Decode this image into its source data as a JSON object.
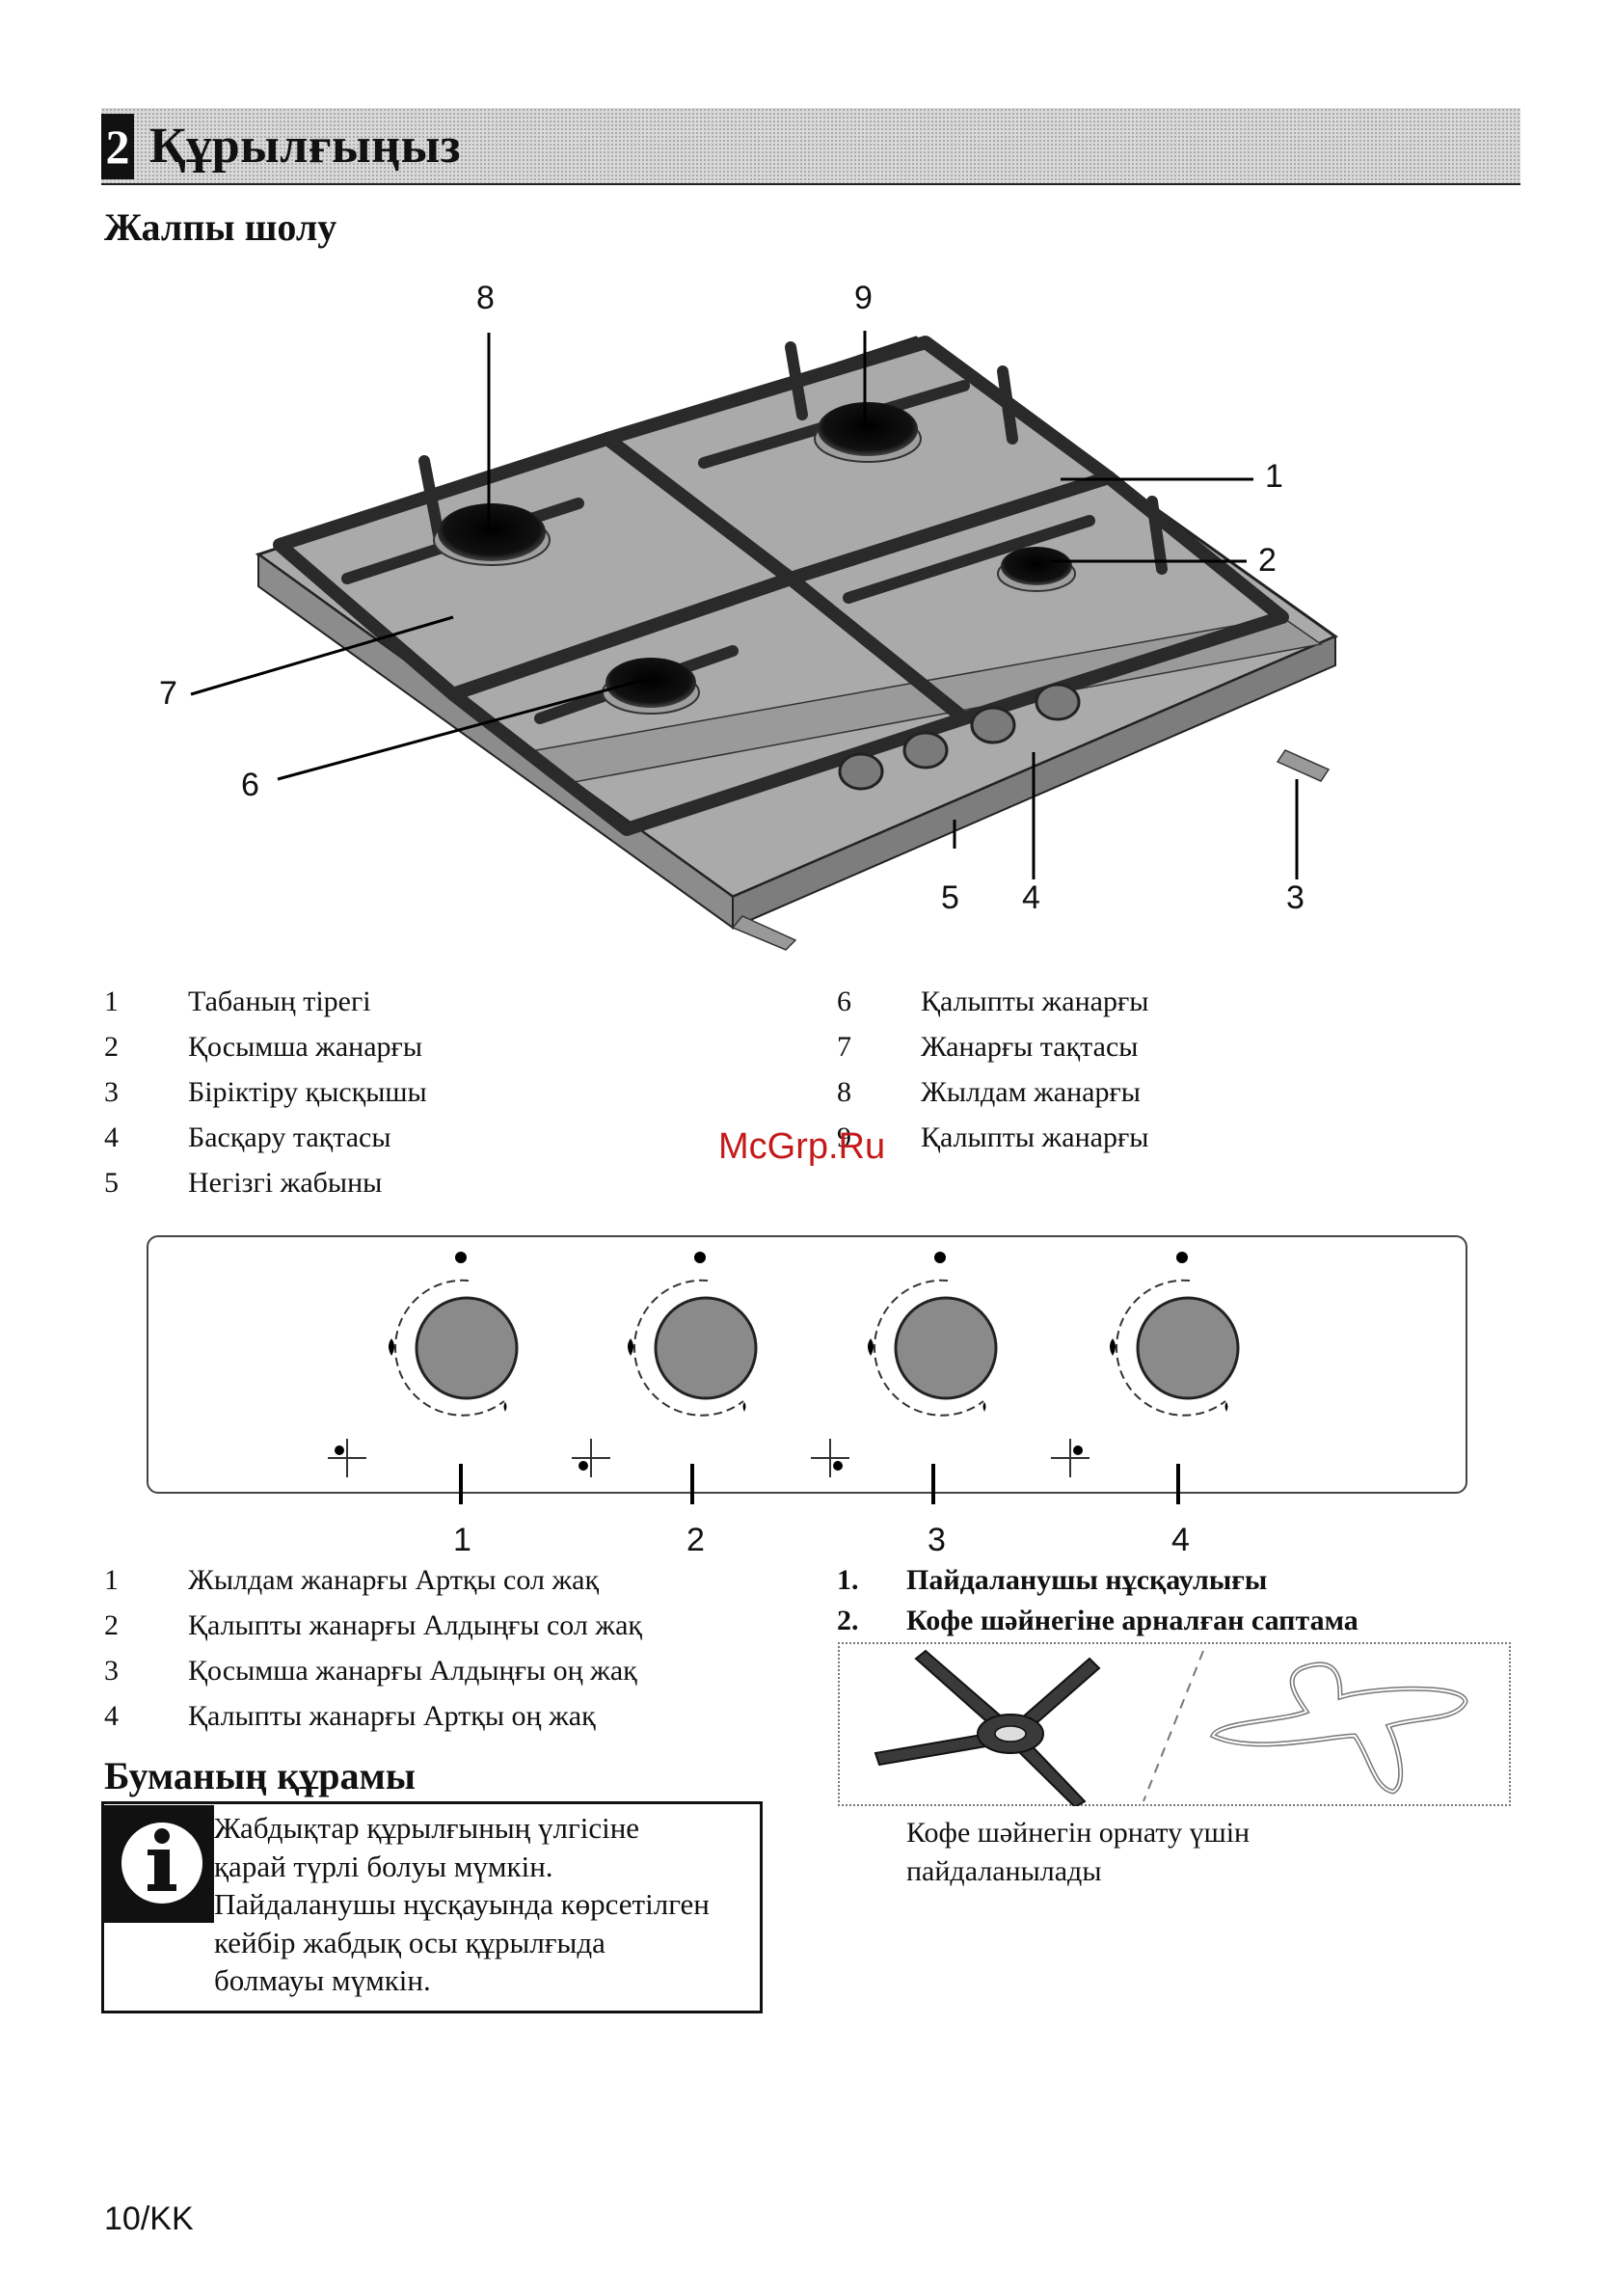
{
  "section": {
    "number": "2",
    "title": "Құрылғыңыз"
  },
  "overview": {
    "heading": "Жалпы шолу",
    "callouts": [
      "8",
      "9",
      "1",
      "2",
      "7",
      "6",
      "5",
      "4",
      "3"
    ],
    "items_left": [
      {
        "num": "1",
        "text": "Табаның тірегі"
      },
      {
        "num": "2",
        "text": "Қосымша жанарғы"
      },
      {
        "num": "3",
        "text": "Біріктіру қысқышы"
      },
      {
        "num": "4",
        "text": "Басқару тақтасы"
      },
      {
        "num": "5",
        "text": "Негізгі жабыны"
      }
    ],
    "items_right": [
      {
        "num": "6",
        "text": "Қалыпты жанарғы"
      },
      {
        "num": "7",
        "text": "Жанарғы тақтасы"
      },
      {
        "num": "8",
        "text": "Жылдам жанарғы"
      },
      {
        "num": "9",
        "text": "Қалыпты жанарғы"
      }
    ]
  },
  "watermark": "McGrp.Ru",
  "control_panel": {
    "knob_labels": [
      "1",
      "2",
      "3",
      "4"
    ],
    "items": [
      {
        "num": "1",
        "text": "Жылдам жанарғы Артқы сол жақ"
      },
      {
        "num": "2",
        "text": "Қалыпты жанарғы Алдыңғы сол жақ"
      },
      {
        "num": "3",
        "text": "Қосымша жанарғы Алдыңғы оң жақ"
      },
      {
        "num": "4",
        "text": "Қалыпты жанарғы Артқы оң жақ"
      }
    ]
  },
  "accessories": {
    "items": [
      {
        "num": "1.",
        "text": "Пайдаланушы нұсқаулығы"
      },
      {
        "num": "2.",
        "text": "Кофе шәйнегіне арналған саптама"
      }
    ],
    "caption_lines": [
      "Кофе шәйнегін орнату үшін",
      "пайдаланылады"
    ]
  },
  "package": {
    "heading": "Буманың құрамы",
    "info_lines": [
      "Жабдықтар құрылғының үлгісіне",
      "қарай түрлі болуы мүмкін.",
      "Пайдаланушы нұсқауында көрсетілген",
      "кейбір жабдық осы құрылғыда",
      "болмауы мүмкін."
    ]
  },
  "footer": {
    "page": "10/KK"
  }
}
